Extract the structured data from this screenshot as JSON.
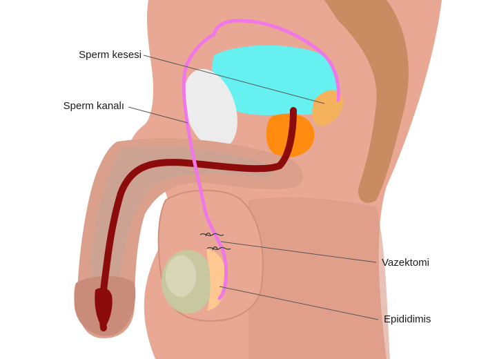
{
  "labels": {
    "seminal_vesicle": "Sperm kesesi",
    "vas_deferens": "Sperm kanalı",
    "vasectomy": "Vazektomi",
    "epididymis": "Epididimis"
  },
  "colors": {
    "skin": "#e8a894",
    "skin_dark": "#d99a86",
    "rectum": "#c98c62",
    "bladder": "#66f0f0",
    "pubic_bone": "#ececec",
    "prostate": "#ff8c10",
    "vesicle": "#f5b25c",
    "urethra": "#8c0c0c",
    "vas_deferens": "#f078e6",
    "testis": "#c8c8a0",
    "epididymis": "#ffc890",
    "leader_line": "#555555"
  }
}
